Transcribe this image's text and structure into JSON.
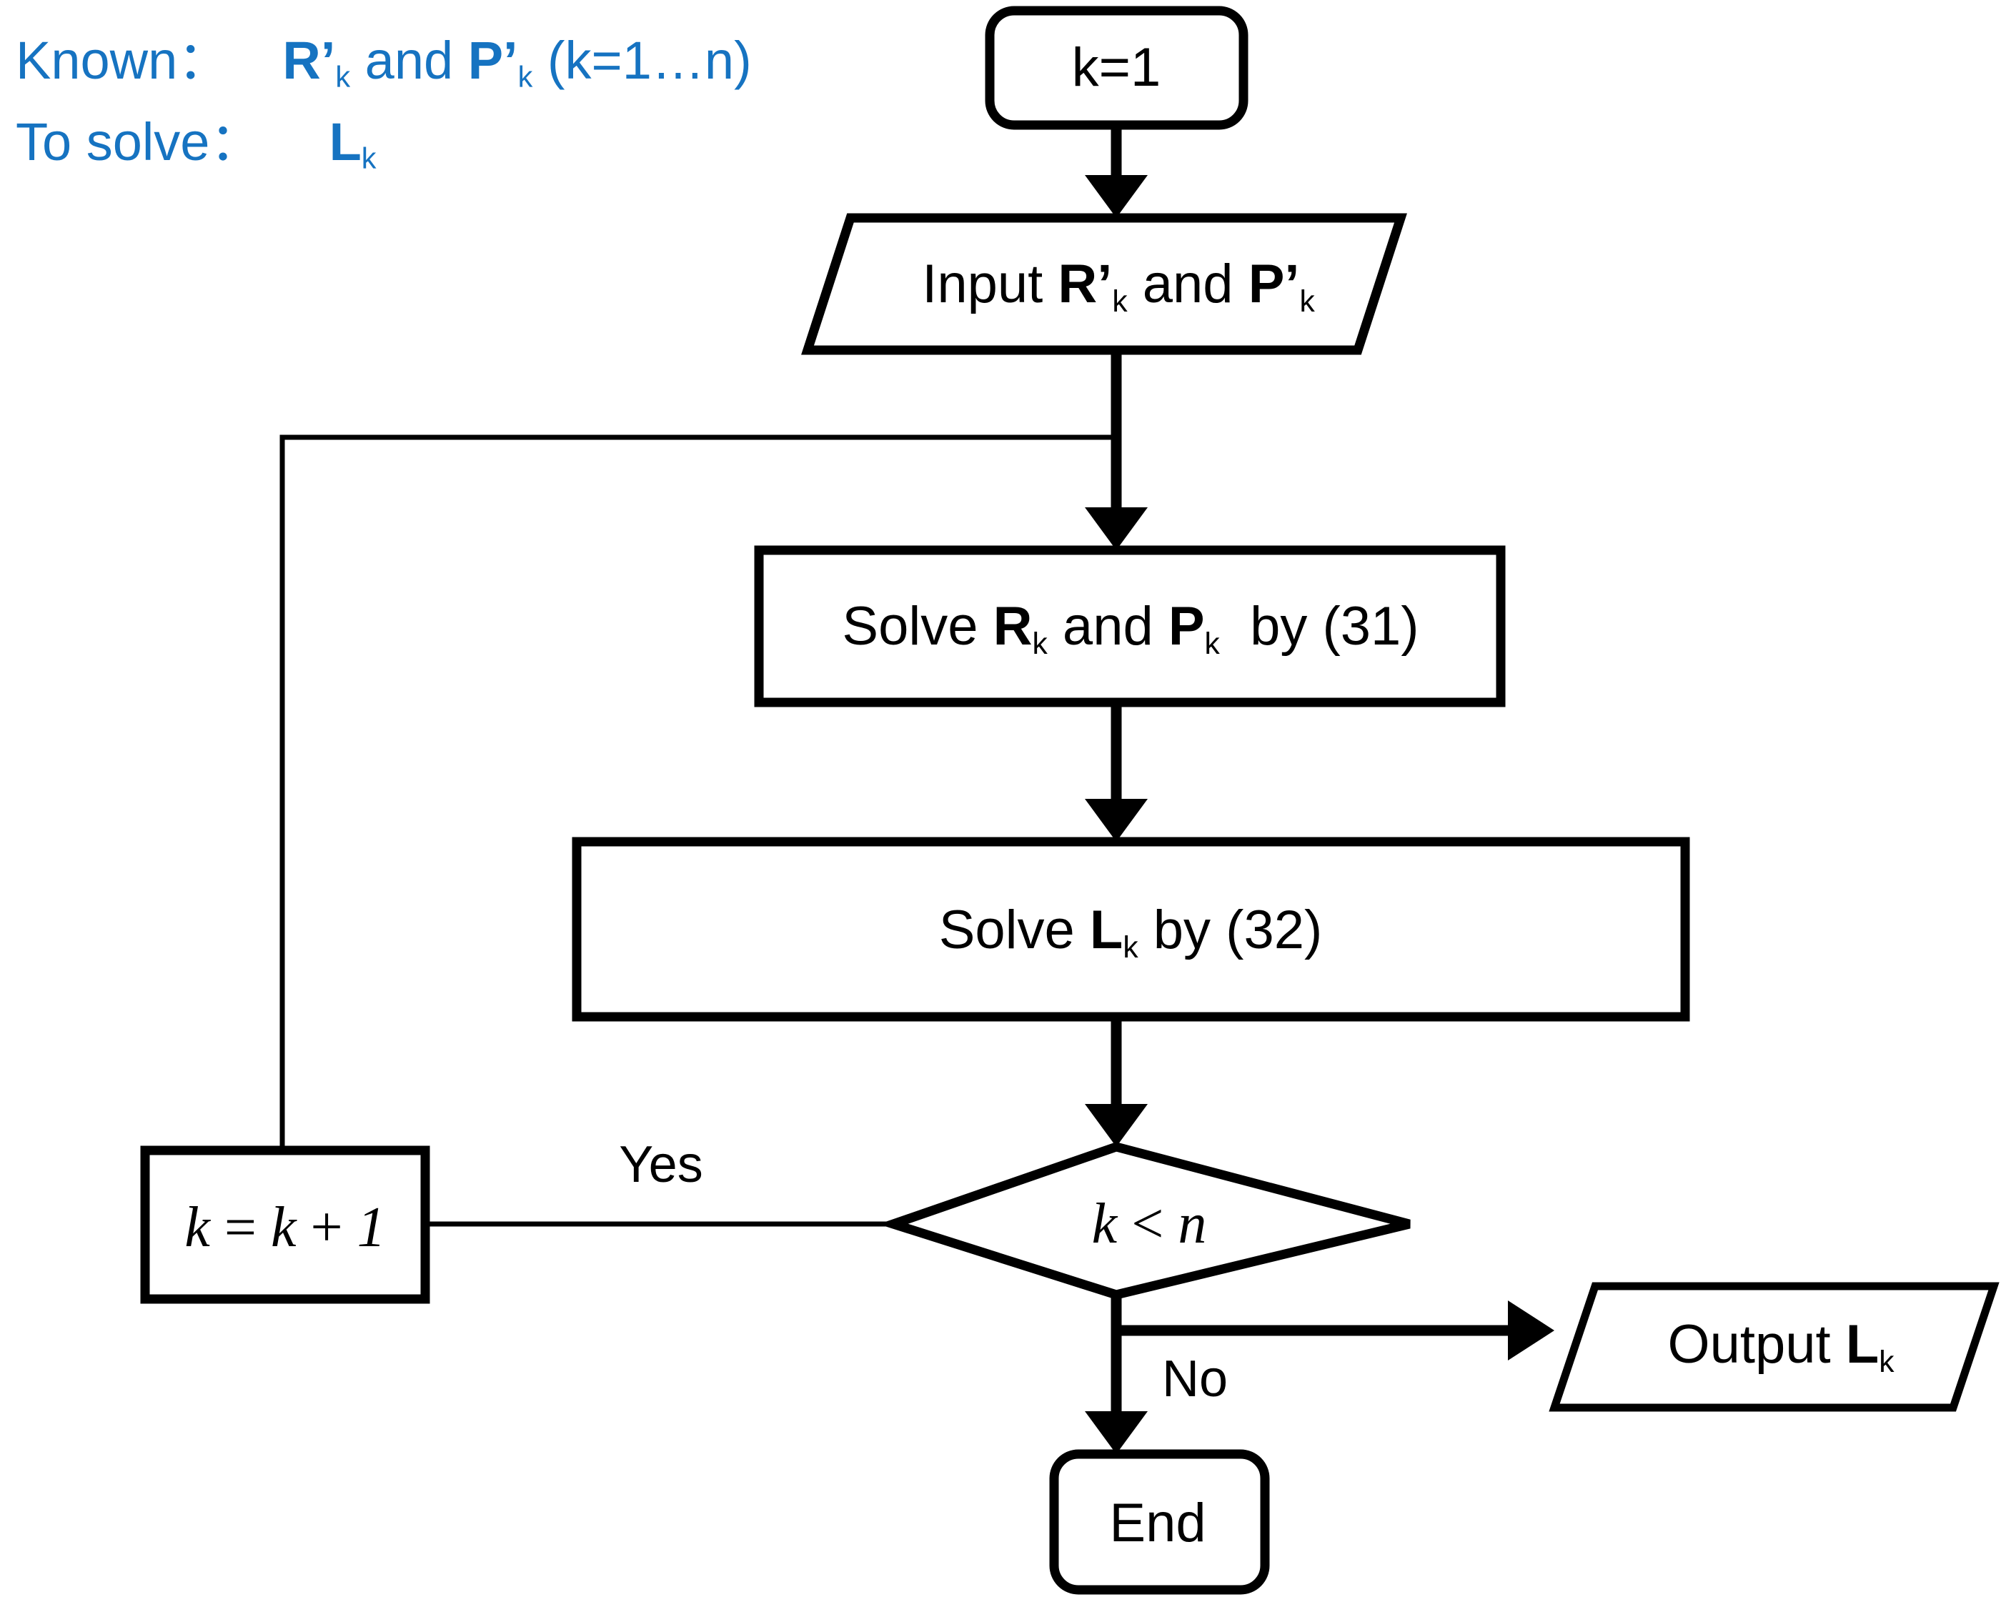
{
  "diagram": {
    "title": "Flowchart for solving L_k",
    "colors": {
      "stroke": "#000000",
      "background": "#ffffff",
      "annotation_blue": "#1673c1"
    }
  },
  "annotation": {
    "known_label": "Known：",
    "known_value_html": "<b>R’</b><sub>k</sub> and <b>P’</b><sub>k</sub> (k=1…n)",
    "known_plain": "Known：  R’k and P’k (k=1…n)",
    "tosolve_label": "To solve：",
    "tosolve_value_html": "<b>L</b><sub>k</sub>",
    "tosolve_plain": "To solve：  Lk"
  },
  "nodes": {
    "start": {
      "shape": "rounded-rectangle",
      "text": "k=1"
    },
    "input": {
      "shape": "parallelogram",
      "text_html": "Input <b>R’</b><sub>k</sub> and <b>P’</b><sub>k</sub>",
      "text_plain": "Input R’k and P’k"
    },
    "solve_rp": {
      "shape": "rectangle",
      "text_html": "Solve <b>R</b><sub>k</sub> and <b>P</b><sub>k</sub>&nbsp; by (31)",
      "text_plain": "Solve Rk and Pk  by (31)"
    },
    "solve_l": {
      "shape": "rectangle",
      "text_html": "Solve <b>L</b><sub>k</sub> by (32)",
      "text_plain": "Solve Lk by (32)"
    },
    "decision": {
      "shape": "diamond",
      "text_html": "k <span class=\"op\">&lt;</span> n",
      "text_plain": "k < n"
    },
    "increment": {
      "shape": "rectangle",
      "text_html": "k <span class=\"op\">=</span> k <span class=\"op\">+</span> 1",
      "text_plain": "k = k + 1"
    },
    "output": {
      "shape": "parallelogram",
      "text_html": "Output <b>L</b><sub>k</sub>",
      "text_plain": "Output Lk"
    },
    "end": {
      "shape": "rounded-rectangle",
      "text": "End"
    }
  },
  "edges": {
    "yes_label": "Yes",
    "no_label": "No"
  }
}
